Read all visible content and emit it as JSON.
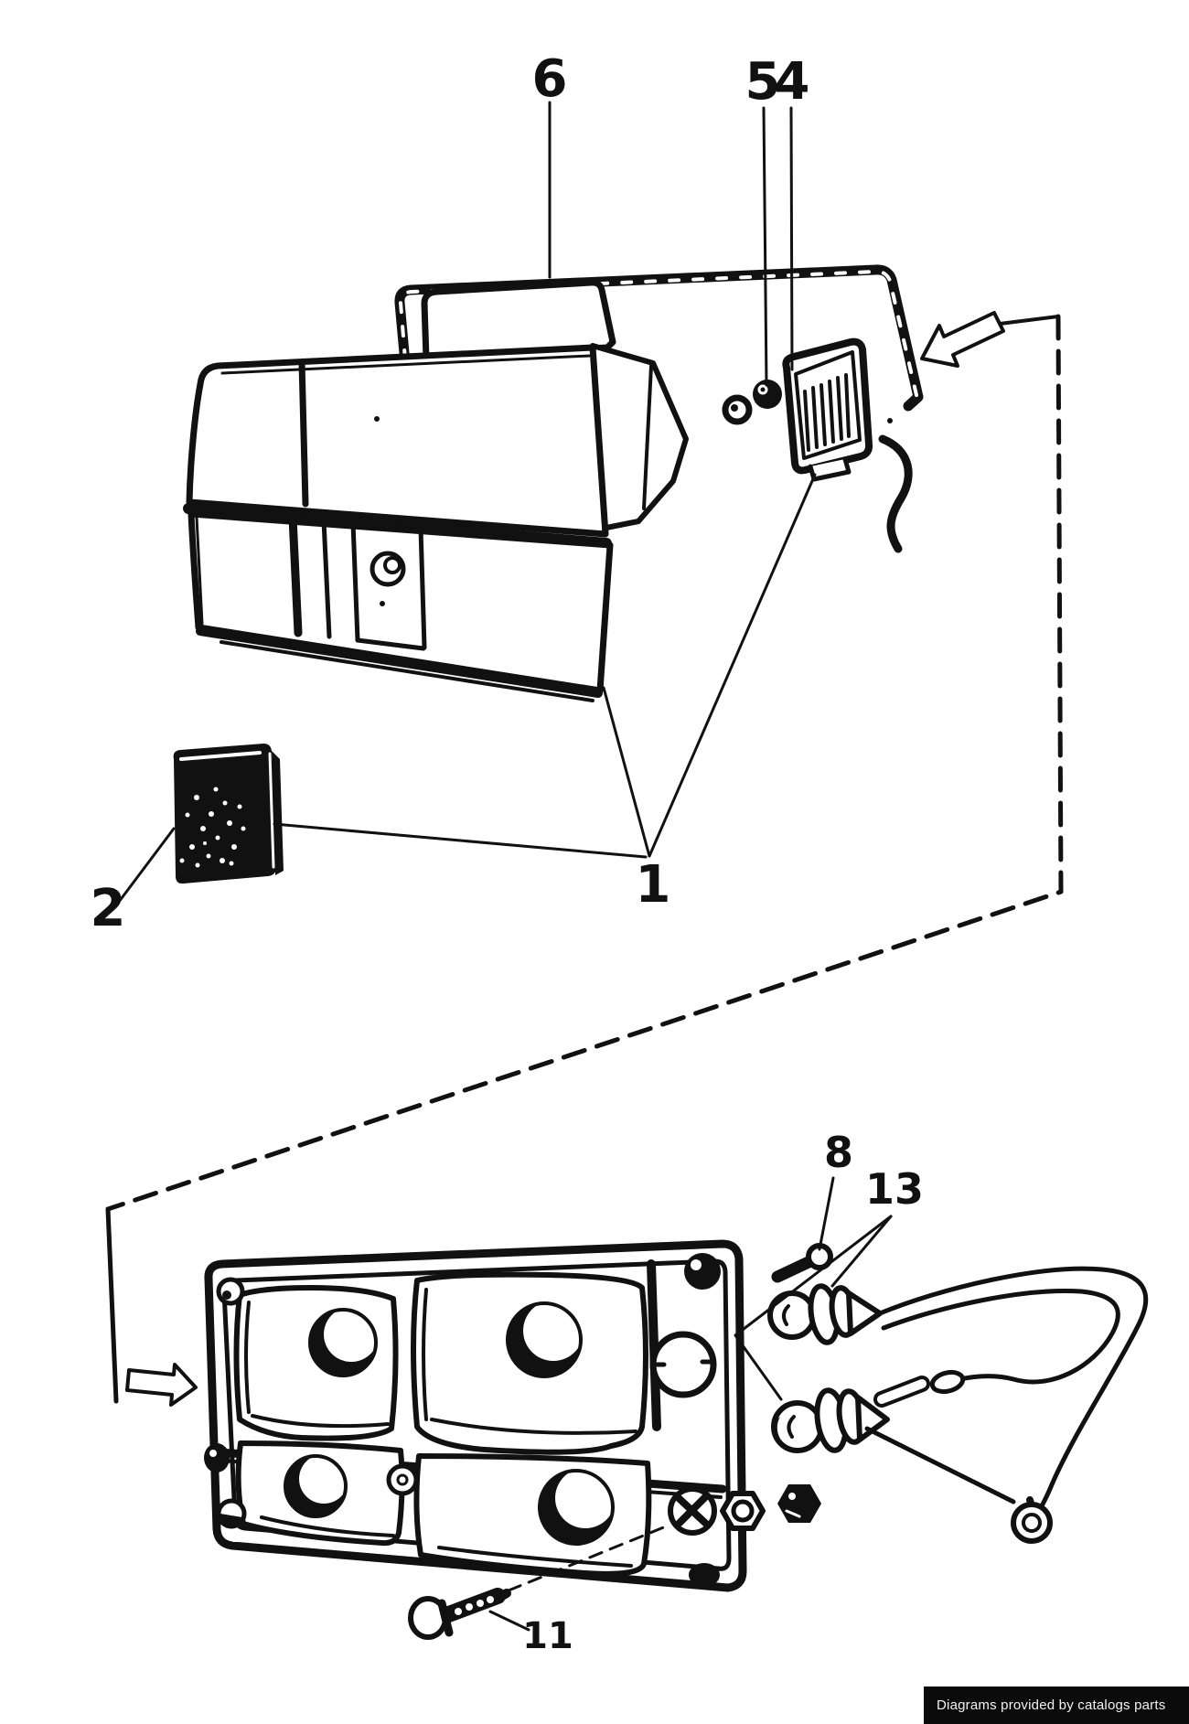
{
  "diagram": {
    "kind": "exploded-parts-line-drawing",
    "callouts": {
      "c1": "1",
      "c2": "2",
      "c4": "4",
      "c5": "5",
      "c6": "6",
      "c8": "8",
      "c11": "11",
      "c13": "13"
    },
    "icons": {
      "upper_arrow": "block-arrow-down-left",
      "lower_arrow": "block-arrow-right"
    },
    "colors": {
      "ink": "#111111",
      "paper": "#ffffff",
      "badge_bg": "#0b0b0b",
      "badge_text": "#f2f2f2"
    }
  },
  "badge": {
    "text": "Diagrams provided by catalogs parts"
  }
}
